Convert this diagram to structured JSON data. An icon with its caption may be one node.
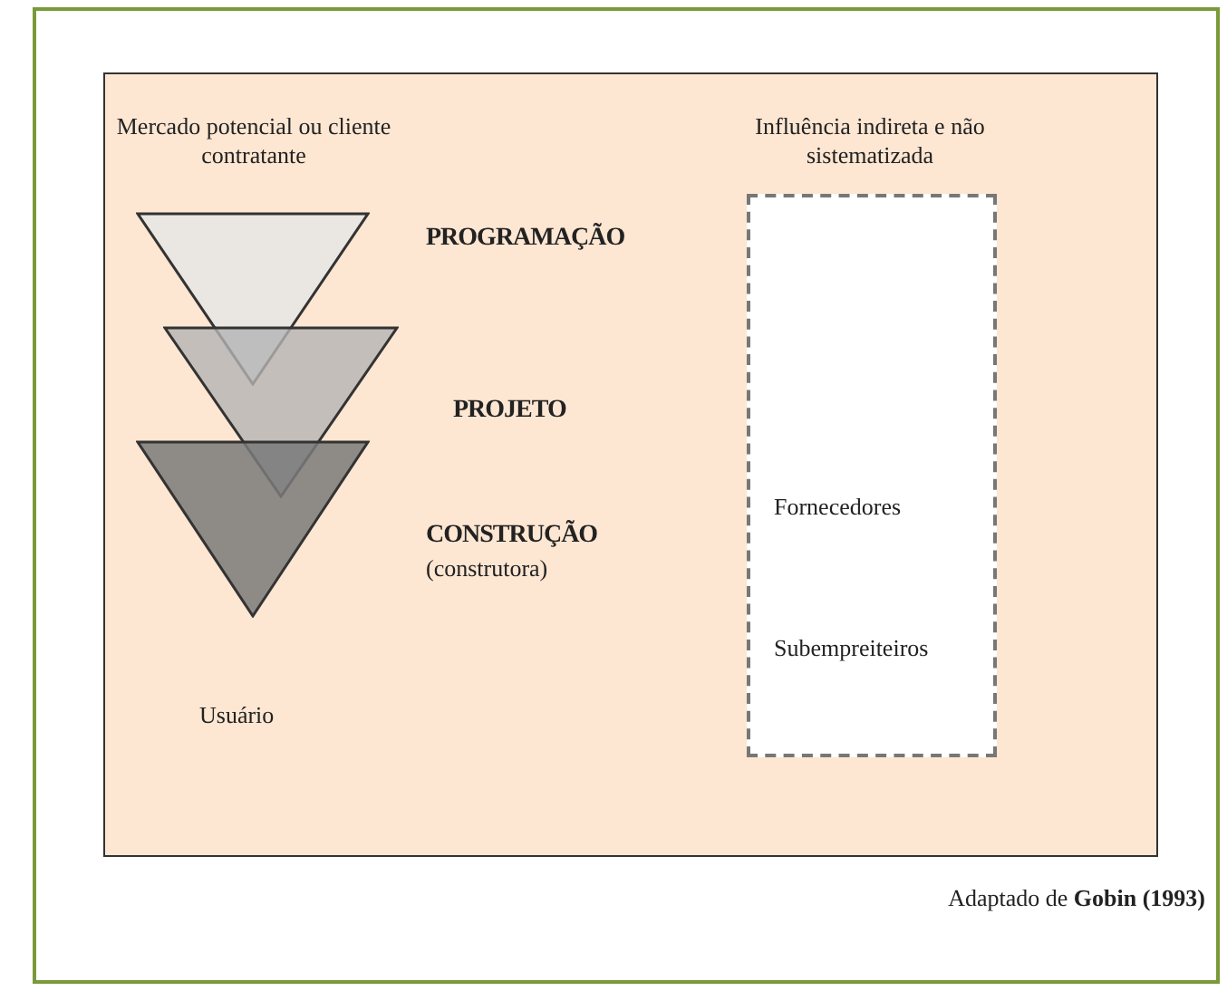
{
  "diagram": {
    "caption": "Adaptado de **Gobin (1993)**",
    "nodes": [
      {
        "text": [],
        "shape": "triangle",
        "beside": [
          "PROGRAMAÇÃO"
        ]
      },
      {
        "text": [],
        "shape": "triangle",
        "beside": [
          "PROJETO"
        ]
      },
      {
        "text": [],
        "shape": "triangle",
        "beside": [
          "CONSTRUÇÃO",
          "(construtora)"
        ]
      },
      {
        "text": [
          "Influência indireta e não sistematizada",
          "Fornecedores",
          "Subempreiteiros"
        ]
      }
    ],
    "edges": [],
    "labels": [
      "Mercado potencial ou cliente contratante",
      "Usuário"
    ]
  }
}
